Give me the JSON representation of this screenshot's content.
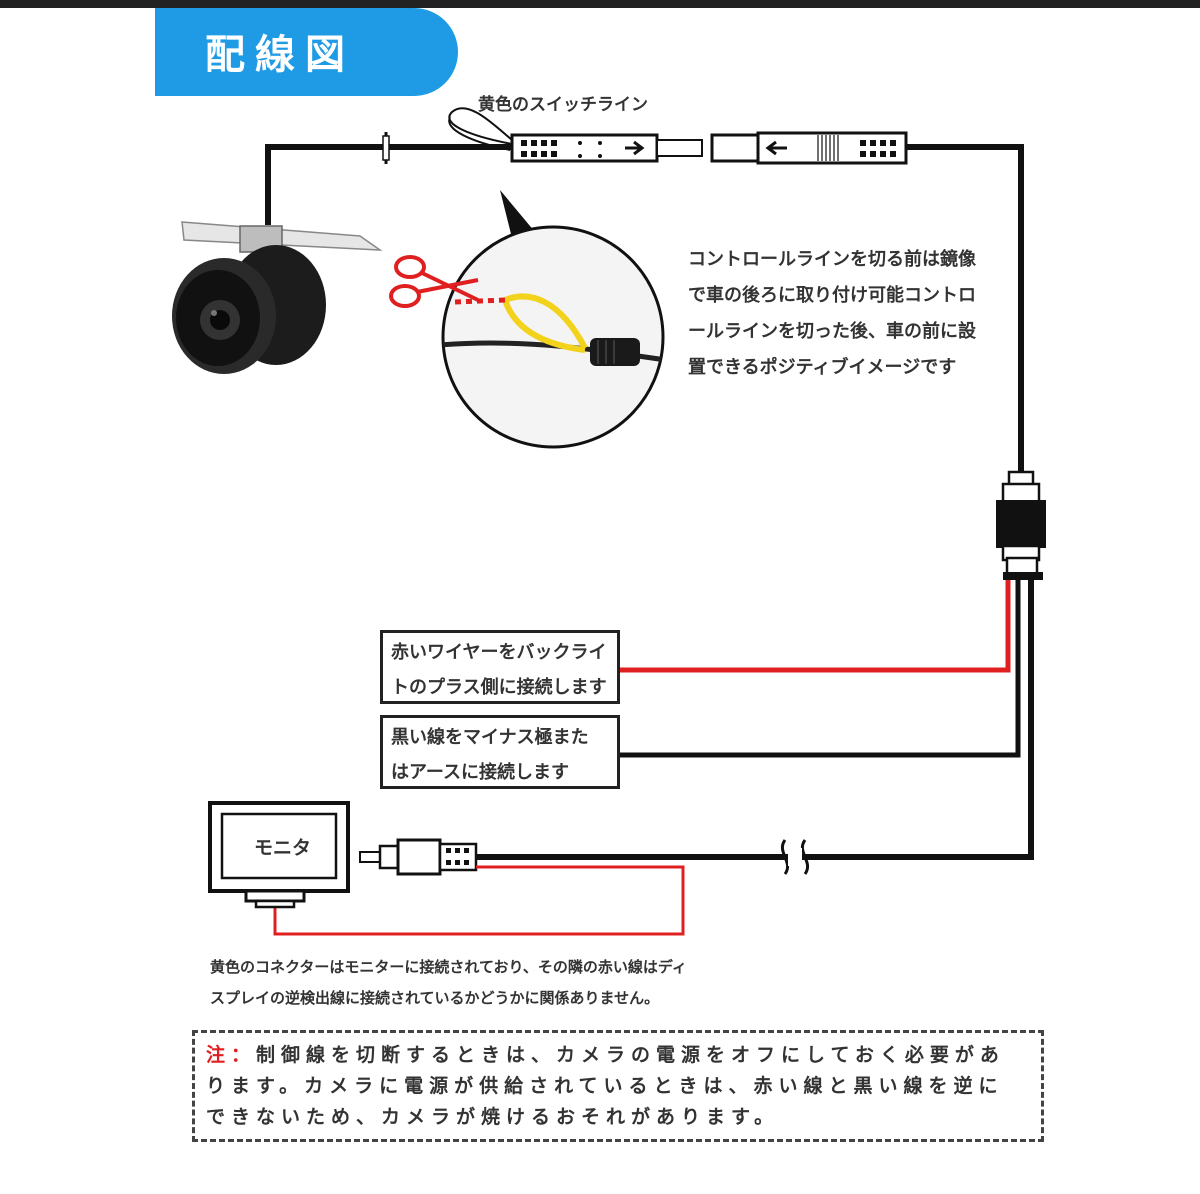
{
  "header": {
    "title": "配線図"
  },
  "labels": {
    "switch_line": "黄色のスイッチライン"
  },
  "description": {
    "lines": [
      "コントロールラインを切る前は鏡像",
      "で車の後ろに取り付け可能コントロ",
      "ールラインを切った後、車の前に設",
      "置できるポジティブイメージです"
    ]
  },
  "red_wire_box": {
    "lines": [
      "赤いワイヤーをバックライ",
      "トのプラス側に接続します"
    ]
  },
  "black_wire_box": {
    "lines": [
      "黒い線をマイナス極また",
      "はアースに接続します"
    ]
  },
  "monitor": {
    "label": "モニタ"
  },
  "connector_note": {
    "lines": [
      "黄色のコネクターはモニターに接続されており、その隣の赤い線はディ",
      "スプレイの逆検出線に接続されているかどうかに関係ありません。"
    ]
  },
  "caution": {
    "mark": "注：",
    "line1_rest": "制御線を切断するときは、カメラの電源をオフにしておく必要があ",
    "line2": "ります。カメラに電源が供給されているときは、赤い線と黒い線を逆に",
    "line3": "できないため、カメラが焼けるおそれがあります。"
  },
  "colors": {
    "title_bg": "#1f9be6",
    "wire_red": "#e02020",
    "wire_yellow": "#f2d21b",
    "wire_black": "#111111"
  },
  "icons": [
    "scissors-icon",
    "camera-icon",
    "monitor-icon",
    "rca-plug-icon",
    "connector-icon",
    "arrow-right-icon",
    "arrow-left-icon"
  ]
}
